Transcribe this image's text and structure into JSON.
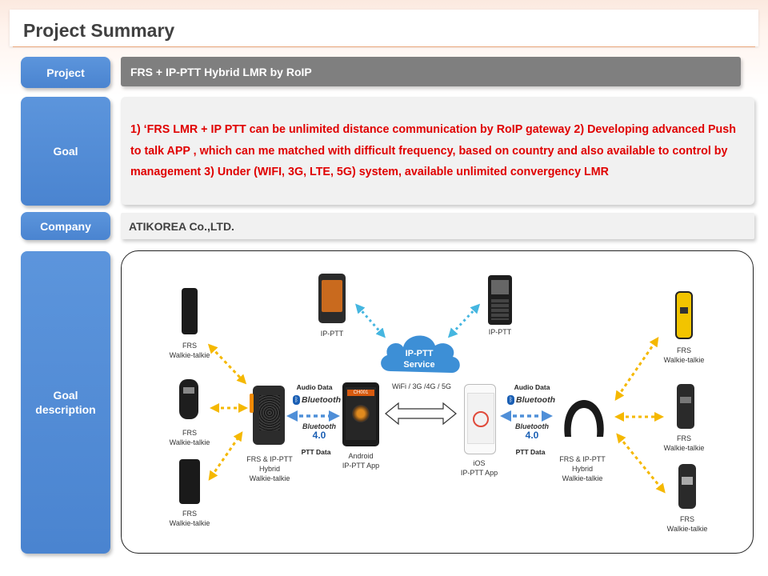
{
  "header": {
    "title": "Project Summary"
  },
  "rows": {
    "project": {
      "label": "Project",
      "value": "FRS + IP-PTT Hybrid LMR by RoIP"
    },
    "goal": {
      "label": "Goal",
      "value": " 1) ‘FRS LMR + IP PTT can be unlimited distance communication by RoIP gateway  2) Developing advanced Push to talk APP , which can me matched with difficult frequency, based on country and also available to control by management  3) Under (WIFI, 3G, LTE, 5G) system, available unlimited convergency LMR"
    },
    "company": {
      "label": "Company",
      "value": "ATIKOREA Co.,LTD."
    },
    "description": {
      "label_line1": "Goal",
      "label_line2": "description"
    }
  },
  "diagram": {
    "frs_line1": "FRS",
    "frs_line2": "Walkie-talkie",
    "hybrid_line1": "FRS & IP-PTT",
    "hybrid_line2": "Hybrid",
    "hybrid_line3": "Walkie-talkie",
    "ipptt": "IP-PTT",
    "cloud_line1": "IP-PTT",
    "cloud_line2": "Service",
    "network": "WiFi / 3G /4G / 5G",
    "audio_data": "Audio Data",
    "ptt_data": "PTT Data",
    "bluetooth": "Bluetooth",
    "bt_version": "4.0",
    "android_line1": "Android",
    "android_line2": "IP-PTT App",
    "ios_line1": "iOS",
    "ios_line2": "IP-PTT App",
    "phone_screen": "CH001",
    "colors": {
      "arrow_yellow": "#f5b800",
      "arrow_blue": "#4f8fd8",
      "cloud": "#3d8fd6",
      "label_blue": "#4a84d0"
    }
  }
}
